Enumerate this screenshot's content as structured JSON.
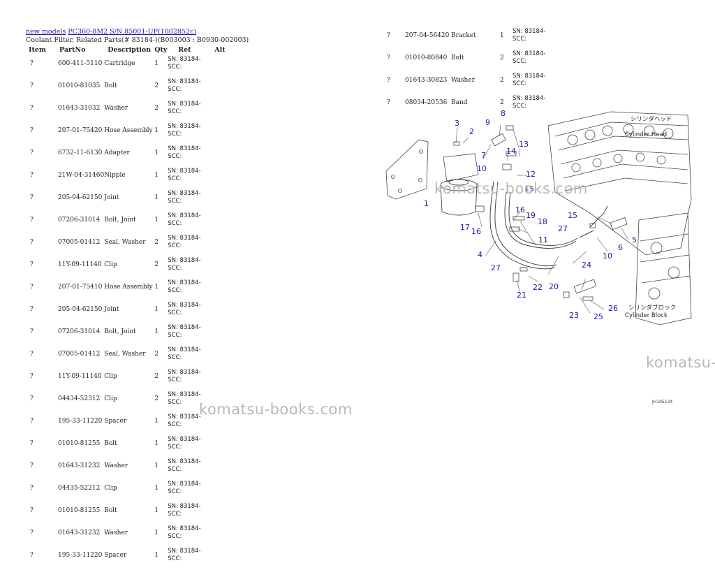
{
  "breadcrumb": {
    "link1": "new models",
    "link2": "PC360-8M2 S/N 85001-UP(1002852c)"
  },
  "subtitle": "Coolant Filter, Related Parts(# 83184-)(B003003 : B0930-002003)",
  "columns": {
    "item": "Item",
    "partno": "PartNo",
    "description": "Description",
    "qty": "Qty",
    "ref": "Ref",
    "alt": "Alt"
  },
  "rows_left": [
    {
      "item": "?",
      "partno": "600-411-5110",
      "desc": "Cartridge",
      "qty": "1",
      "ref1": "SN: 83184-",
      "ref2": "SCC:"
    },
    {
      "item": "?",
      "partno": "01010-81035",
      "desc": "Bolt",
      "qty": "2",
      "ref1": "SN: 83184-",
      "ref2": "SCC:"
    },
    {
      "item": "?",
      "partno": "01643-31032",
      "desc": "Washer",
      "qty": "2",
      "ref1": "SN: 83184-",
      "ref2": "SCC:"
    },
    {
      "item": "?",
      "partno": "207-01-75420",
      "desc": "Hose Assembly",
      "qty": "1",
      "ref1": "SN: 83184-",
      "ref2": "SCC:"
    },
    {
      "item": "?",
      "partno": "6732-11-6130",
      "desc": "Adapter",
      "qty": "1",
      "ref1": "SN: 83184-",
      "ref2": "SCC:"
    },
    {
      "item": "?",
      "partno": "21W-04-31460",
      "desc": "Nipple",
      "qty": "1",
      "ref1": "SN: 83184-",
      "ref2": "SCC:"
    },
    {
      "item": "?",
      "partno": "205-04-62150",
      "desc": "Joint",
      "qty": "1",
      "ref1": "SN: 83184-",
      "ref2": "SCC:"
    },
    {
      "item": "?",
      "partno": "07206-31014",
      "desc": "Bolt, Joint",
      "qty": "1",
      "ref1": "SN: 83184-",
      "ref2": "SCC:"
    },
    {
      "item": "?",
      "partno": "07005-01412",
      "desc": "Seal, Washer",
      "qty": "2",
      "ref1": "SN: 83184-",
      "ref2": "SCC:"
    },
    {
      "item": "?",
      "partno": "11Y-09-11140",
      "desc": "Clip",
      "qty": "2",
      "ref1": "SN: 83184-",
      "ref2": "SCC:"
    },
    {
      "item": "?",
      "partno": "207-01-75410",
      "desc": "Hose Assembly",
      "qty": "1",
      "ref1": "SN: 83184-",
      "ref2": "SCC:"
    },
    {
      "item": "?",
      "partno": "205-04-62150",
      "desc": "Joint",
      "qty": "1",
      "ref1": "SN: 83184-",
      "ref2": "SCC:"
    },
    {
      "item": "?",
      "partno": "07206-31014",
      "desc": "Bolt, Joint",
      "qty": "1",
      "ref1": "SN: 83184-",
      "ref2": "SCC:"
    },
    {
      "item": "?",
      "partno": "07005-01412",
      "desc": "Seal, Washer",
      "qty": "2",
      "ref1": "SN: 83184-",
      "ref2": "SCC:"
    },
    {
      "item": "?",
      "partno": "11Y-09-11140",
      "desc": "Clip",
      "qty": "2",
      "ref1": "SN: 83184-",
      "ref2": "SCC:"
    },
    {
      "item": "?",
      "partno": "04434-52312",
      "desc": "Clip",
      "qty": "2",
      "ref1": "SN: 83184-",
      "ref2": "SCC:"
    },
    {
      "item": "?",
      "partno": "195-33-11220",
      "desc": "Spacer",
      "qty": "1",
      "ref1": "SN: 83184-",
      "ref2": "SCC:"
    },
    {
      "item": "?",
      "partno": "01010-81255",
      "desc": "Bolt",
      "qty": "1",
      "ref1": "SN: 83184-",
      "ref2": "SCC:"
    },
    {
      "item": "?",
      "partno": "01643-31232",
      "desc": "Washer",
      "qty": "1",
      "ref1": "SN: 83184-",
      "ref2": "SCC:"
    },
    {
      "item": "?",
      "partno": "04435-52212",
      "desc": "Clip",
      "qty": "1",
      "ref1": "SN: 83184-",
      "ref2": "SCC:"
    },
    {
      "item": "?",
      "partno": "01010-81255",
      "desc": "Bolt",
      "qty": "1",
      "ref1": "SN: 83184-",
      "ref2": "SCC:"
    },
    {
      "item": "?",
      "partno": "01643-31232",
      "desc": "Washer",
      "qty": "1",
      "ref1": "SN: 83184-",
      "ref2": "SCC:"
    },
    {
      "item": "?",
      "partno": "195-33-11220",
      "desc": "Spacer",
      "qty": "1",
      "ref1": "SN: 83184-",
      "ref2": "SCC:"
    }
  ],
  "rows_right": [
    {
      "item": "?",
      "partno": "207-04-56420",
      "desc": "Bracket",
      "qty": "1",
      "ref1": "SN: 83184-",
      "ref2": "SCC:"
    },
    {
      "item": "?",
      "partno": "01010-80840",
      "desc": "Bolt",
      "qty": "2",
      "ref1": "SN: 83184-",
      "ref2": "SCC:"
    },
    {
      "item": "?",
      "partno": "01643-30823",
      "desc": "Washer",
      "qty": "2",
      "ref1": "SN: 83184-",
      "ref2": "SCC:"
    },
    {
      "item": "?",
      "partno": "08034-20536",
      "desc": "Band",
      "qty": "2",
      "ref1": "SN: 83184-",
      "ref2": "SCC:"
    }
  ],
  "diagram": {
    "label_cyl_head_jp": "シリンダヘッド",
    "label_cyl_head_en": "Cylinder Head",
    "label_cyl_block_jp": "シリンダブロック",
    "label_cyl_block_en": "Cylinder Block",
    "figure_no": "JH105134",
    "callouts": [
      "1",
      "2",
      "3",
      "4",
      "5",
      "6",
      "7",
      "8",
      "9",
      "10",
      "11",
      "12",
      "13",
      "14",
      "15",
      "16",
      "17",
      "19",
      "18",
      "20",
      "21",
      "22",
      "23",
      "24",
      "25",
      "26",
      "27",
      "27",
      "10",
      "15",
      "16"
    ],
    "callout_color": "#1a1aa6"
  },
  "watermarks": {
    "w1": "komatsu-books.com",
    "w2": "komatsu-books.com",
    "w3": "komatsu-"
  }
}
